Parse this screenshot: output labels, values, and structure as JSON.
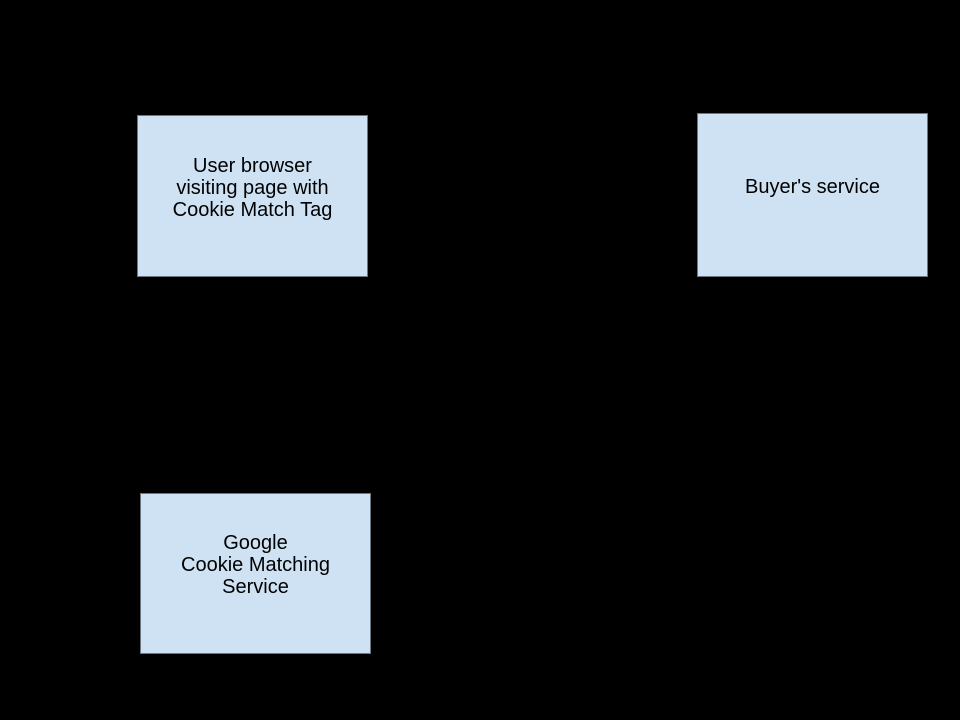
{
  "colors": {
    "background": "#000000",
    "node_fill": "#cfe2f3",
    "node_border": "#6b7684",
    "node_text": "#000000"
  },
  "nodes": {
    "user_browser": {
      "lines": [
        "User browser",
        "visiting page with",
        "Cookie Match Tag"
      ]
    },
    "buyers_service": {
      "lines": [
        "Buyer's service"
      ]
    },
    "google_cookie_matching": {
      "lines": [
        "Google",
        "Cookie Matching",
        "Service"
      ]
    }
  }
}
